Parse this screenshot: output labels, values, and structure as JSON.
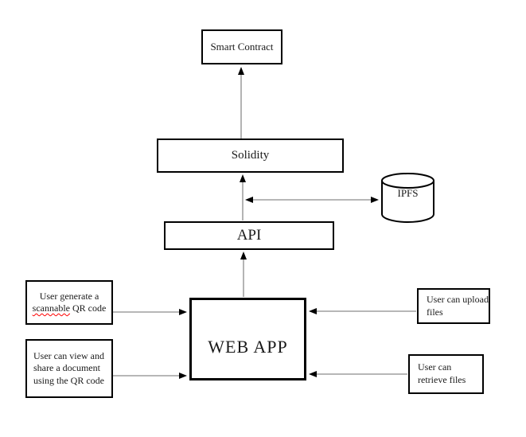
{
  "diagram": {
    "nodes": {
      "smart_contract": {
        "label": "Smart Contract"
      },
      "solidity": {
        "label": "Solidity"
      },
      "api": {
        "label": "API"
      },
      "web_app": {
        "label": "WEB APP"
      },
      "ipfs": {
        "label": "IPFS"
      },
      "qr_generate": {
        "text_prefix": "User generate a ",
        "misspelled_word": "scannable",
        "text_suffix": " QR code"
      },
      "qr_view": {
        "label": "User can view and share a document using the QR code"
      },
      "upload": {
        "label": "User can upload files"
      },
      "retrieve": {
        "label": "User can retrieve files"
      }
    },
    "edges": [
      {
        "from": "solidity",
        "to": "smart_contract",
        "arrow": "single"
      },
      {
        "from": "api",
        "to": "solidity",
        "arrow": "single"
      },
      {
        "from": "api-solidity-line",
        "to": "ipfs",
        "arrow": "double"
      },
      {
        "from": "web_app",
        "to": "api",
        "arrow": "single"
      },
      {
        "from": "qr_generate",
        "to": "web_app",
        "arrow": "single"
      },
      {
        "from": "qr_view",
        "to": "web_app",
        "arrow": "single"
      },
      {
        "from": "upload",
        "to": "web_app",
        "arrow": "single"
      },
      {
        "from": "retrieve",
        "to": "web_app",
        "arrow": "single"
      }
    ],
    "colors": {
      "line": "#8c8c8c",
      "border": "#000000",
      "arrowhead": "#000000",
      "misspell_underline": "#ff0000",
      "background": "#ffffff"
    }
  }
}
